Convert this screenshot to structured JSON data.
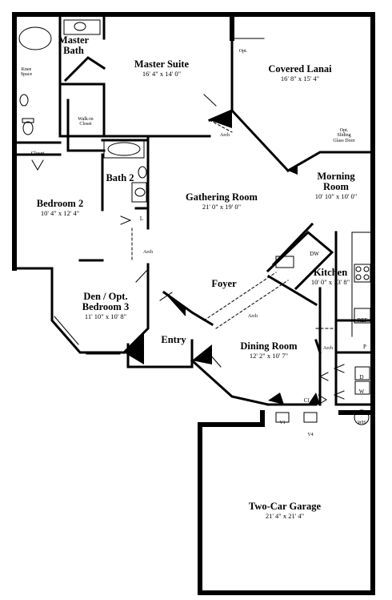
{
  "rooms": {
    "master_bath": {
      "name_line1": "Master",
      "name_line2": "Bath"
    },
    "master_suite": {
      "name": "Master Suite",
      "dims": "16' 4\" x 14' 0\""
    },
    "covered_lanai": {
      "name": "Covered Lanai",
      "dims": "16' 8\" x 15' 4\""
    },
    "morning_room": {
      "name_line1": "Morning",
      "name_line2": "Room",
      "dims": "10' 10\" x 10' 0\""
    },
    "bedroom_2": {
      "name": "Bedroom 2",
      "dims": "10' 4\" x 12' 4\""
    },
    "gathering_room": {
      "name": "Gathering Room",
      "dims": "21' 0\" x 19' 0\""
    },
    "bath_2": {
      "name": "Bath 2"
    },
    "kitchen": {
      "name": "Kitchen",
      "dims": "10' 0\" x 13' 8\""
    },
    "foyer": {
      "name": "Foyer"
    },
    "den": {
      "name_line1": "Den / Opt.",
      "name_line2": "Bedroom 3",
      "dims": "11' 10\" x 10' 8\""
    },
    "entry": {
      "name": "Entry"
    },
    "dining_room": {
      "name": "Dining Room",
      "dims": "12' 2\" x 10' 7\""
    },
    "garage": {
      "name": "Two-Car Garage",
      "dims": "21' 4\" x 21' 4\""
    }
  },
  "small_labels": {
    "knee_space_1": "Knee",
    "knee_space_2": "Space",
    "walk_in_closet_1": "Walk-in",
    "walk_in_closet_2": "Closet",
    "closet": "Closet",
    "opt_top": "Opt.",
    "sliding_door_1": "Opt.",
    "sliding_door_2": "Sliding",
    "sliding_door_3": "Glass Door",
    "arch_master": "Arch",
    "arch_bath": "Arch",
    "arch_foyer": "Arch",
    "arch_kitchen": "Arch",
    "l_tag": "L",
    "dw": "DW",
    "ref": "REF",
    "pantry": "P",
    "dryer": "D",
    "washer": "W",
    "cl": "Cl",
    "v1": "V1",
    "v2": "V4",
    "wh": "WH"
  }
}
